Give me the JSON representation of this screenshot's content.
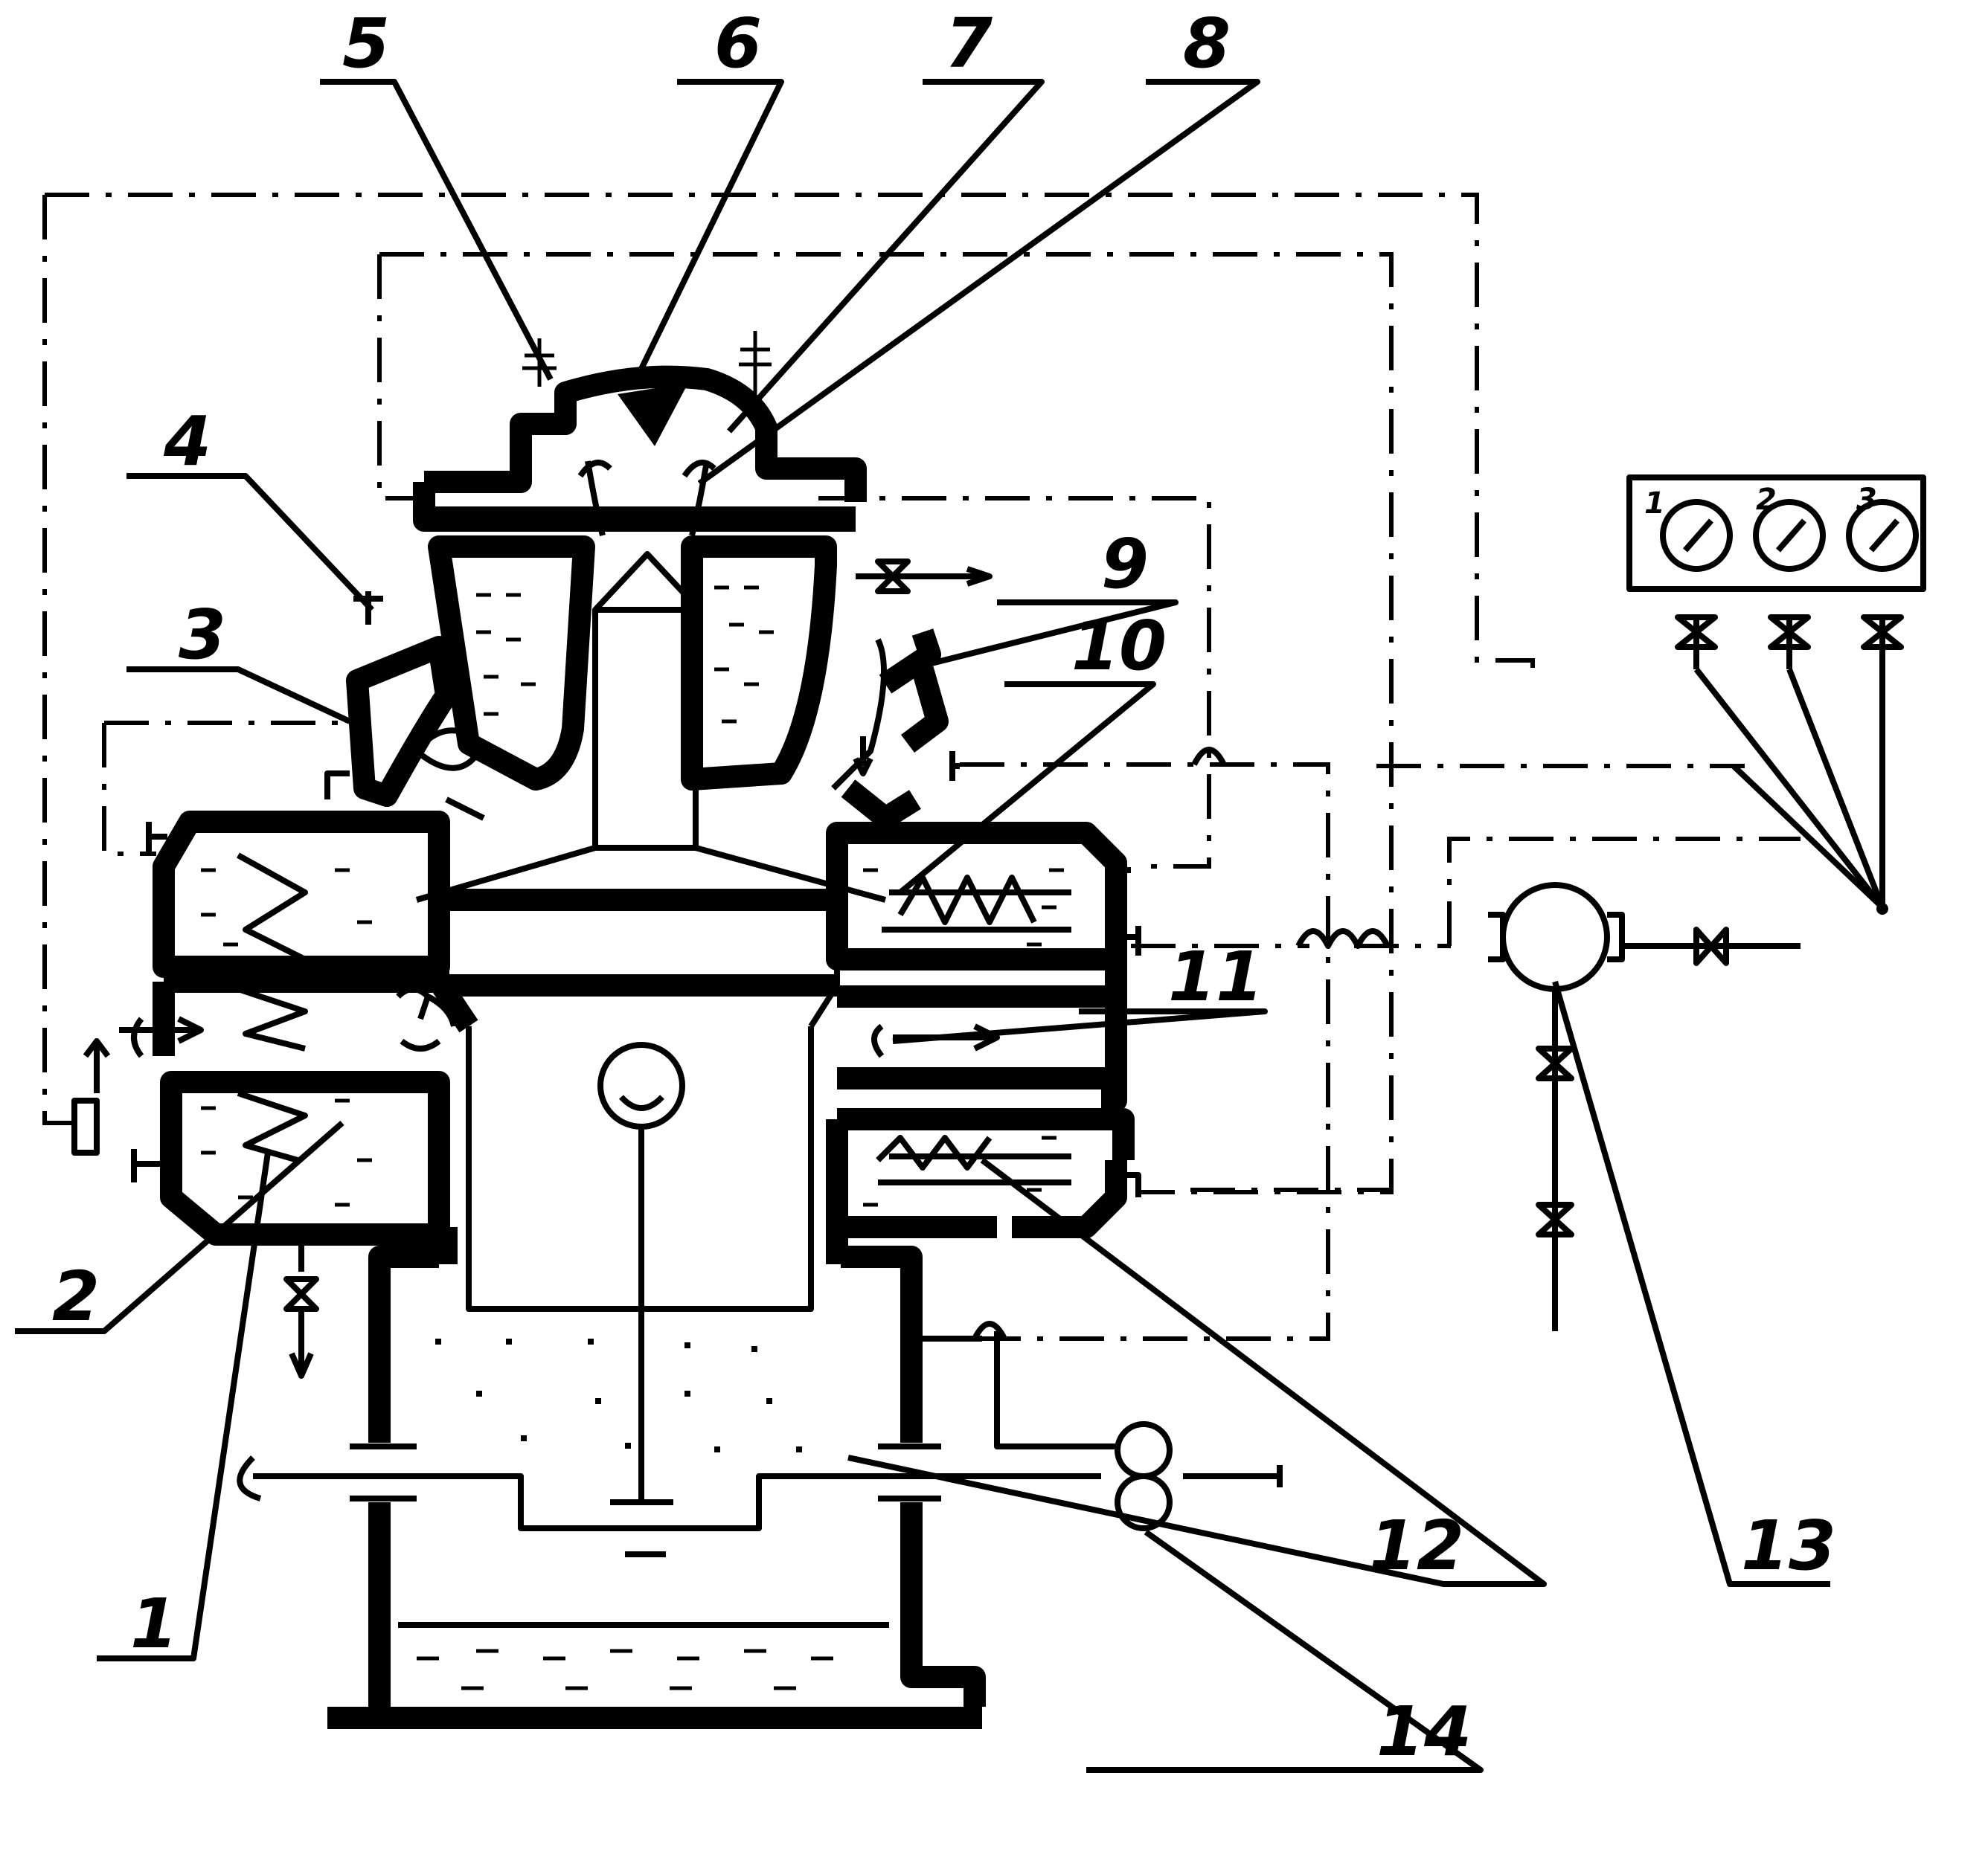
{
  "labels": {
    "l1": "1",
    "l2": "2",
    "l3": "3",
    "l4": "4",
    "l5": "5",
    "l6": "6",
    "l7": "7",
    "l8": "8",
    "l9": "9",
    "l10": "10",
    "l11": "11",
    "l12": "12",
    "l13": "13",
    "l14": "14"
  },
  "gauges": [
    {
      "label": "1"
    },
    {
      "label": "2"
    },
    {
      "label": "3"
    }
  ]
}
